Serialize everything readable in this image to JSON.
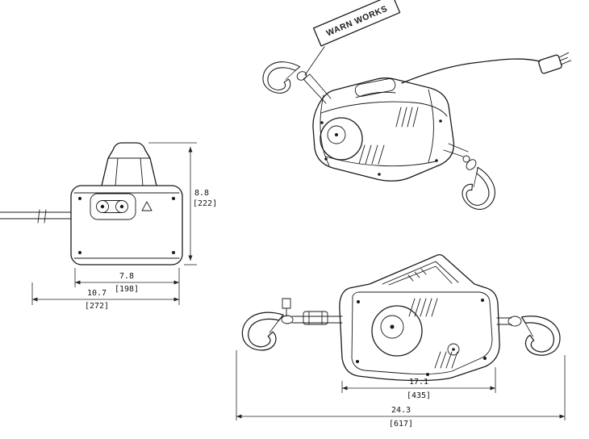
{
  "page": {
    "background": "#ffffff",
    "line_color": "#1a1a1a"
  },
  "drawing": {
    "brand": "WARN WORKS",
    "front_view": {
      "height": {
        "in": "8.8",
        "mm": "[222]"
      },
      "width": {
        "in": "7.8",
        "mm": "[198]"
      },
      "overall_width": {
        "in": "10.7",
        "mm": "[272]"
      }
    },
    "side_view": {
      "length": {
        "in": "17.1",
        "mm": "[435]"
      },
      "overall_length": {
        "in": "24.3",
        "mm": "[617]"
      }
    }
  }
}
